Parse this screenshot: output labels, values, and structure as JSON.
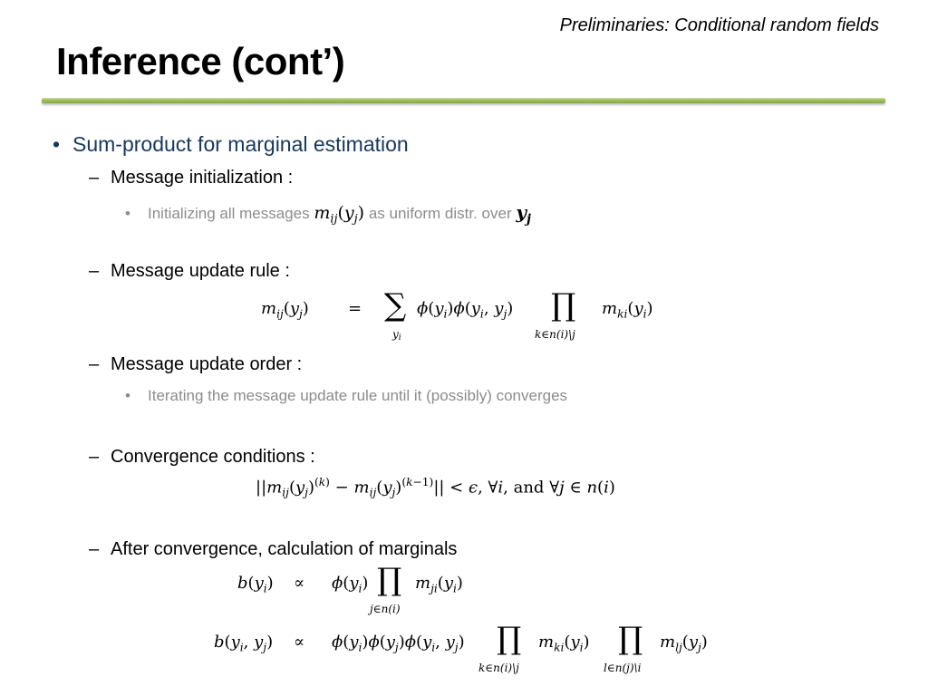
{
  "header": {
    "section": "Preliminaries: Conditional random fields",
    "title": "Inference (cont’)"
  },
  "bullets": {
    "main": "Sum-product for marginal estimation",
    "init_heading": "Message initialization :",
    "init_text_a": "Initializing all messages",
    "init_text_b": "as uniform distr. over",
    "update_rule_heading": "Message update rule :",
    "update_order_heading": "Message update order :",
    "update_order_text": "Iterating the message update rule until it (possibly) converges",
    "convergence_heading": "Convergence conditions :",
    "marginals_heading": "After convergence, calculation of marginals"
  },
  "equations": {
    "conv_and": "and"
  }
}
